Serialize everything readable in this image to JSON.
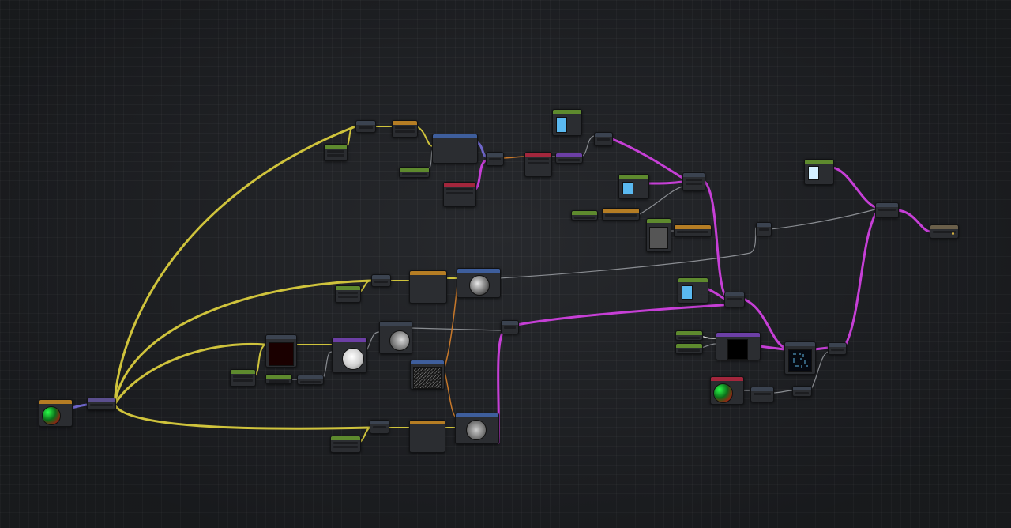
{
  "graph": {
    "nodes": [
      {
        "id": "n1",
        "kind": "value",
        "header": "green"
      },
      {
        "id": "n2",
        "kind": "op",
        "header": "gray"
      },
      {
        "id": "n3",
        "kind": "op",
        "header": "orange"
      },
      {
        "id": "n4",
        "kind": "value",
        "header": "green"
      },
      {
        "id": "n5",
        "kind": "preview",
        "header": "blue",
        "preview": "blue-circle"
      },
      {
        "id": "n6",
        "kind": "op",
        "header": "gray"
      },
      {
        "id": "n7",
        "kind": "op",
        "header": "red"
      },
      {
        "id": "n8",
        "kind": "op",
        "header": "red"
      },
      {
        "id": "n9",
        "kind": "op",
        "header": "purple"
      },
      {
        "id": "n10",
        "kind": "preview",
        "header": "green",
        "preview": "light-blue"
      },
      {
        "id": "n11",
        "kind": "op",
        "header": "gray"
      },
      {
        "id": "n12",
        "kind": "preview",
        "header": "green",
        "preview": "light-blue"
      },
      {
        "id": "n13",
        "kind": "op",
        "header": "gray"
      },
      {
        "id": "n14",
        "kind": "value",
        "header": "green"
      },
      {
        "id": "n15",
        "kind": "op",
        "header": "orange"
      },
      {
        "id": "n16",
        "kind": "preview",
        "header": "green",
        "preview": "gray"
      },
      {
        "id": "n17",
        "kind": "op",
        "header": "orange"
      },
      {
        "id": "n18",
        "kind": "op",
        "header": "gray"
      },
      {
        "id": "n19",
        "kind": "preview",
        "header": "green",
        "preview": "white-blue"
      },
      {
        "id": "n20",
        "kind": "op",
        "header": "gray"
      },
      {
        "id": "n21",
        "kind": "output",
        "header": "olive"
      },
      {
        "id": "n22",
        "kind": "value",
        "header": "green"
      },
      {
        "id": "n23",
        "kind": "op",
        "header": "gray"
      },
      {
        "id": "n24",
        "kind": "preview",
        "header": "orange",
        "preview": "yellow-circle"
      },
      {
        "id": "n25",
        "kind": "preview",
        "header": "blue",
        "preview": "gray-sphere"
      },
      {
        "id": "n26",
        "kind": "preview",
        "header": "gray",
        "preview": "dark-red"
      },
      {
        "id": "n27",
        "kind": "preview",
        "header": "purple",
        "preview": "white-sphere"
      },
      {
        "id": "n28",
        "kind": "preview",
        "header": "gray",
        "preview": "gray-sphere"
      },
      {
        "id": "n29",
        "kind": "value",
        "header": "green"
      },
      {
        "id": "n30",
        "kind": "value",
        "header": "green"
      },
      {
        "id": "n31",
        "kind": "op",
        "header": "gray"
      },
      {
        "id": "n32",
        "kind": "preview",
        "header": "blue",
        "preview": "noise"
      },
      {
        "id": "n33",
        "kind": "op",
        "header": "gray"
      },
      {
        "id": "n34",
        "kind": "preview",
        "header": "orange",
        "preview": "rgb-sphere"
      },
      {
        "id": "n35",
        "kind": "op",
        "header": "violet"
      },
      {
        "id": "n36",
        "kind": "value",
        "header": "green"
      },
      {
        "id": "n37",
        "kind": "op",
        "header": "gray"
      },
      {
        "id": "n38",
        "kind": "preview",
        "header": "orange",
        "preview": "yellow-circle"
      },
      {
        "id": "n39",
        "kind": "preview",
        "header": "blue",
        "preview": "gray-sphere-dark"
      },
      {
        "id": "n40",
        "kind": "preview",
        "header": "green",
        "preview": "light-blue"
      },
      {
        "id": "n41",
        "kind": "op",
        "header": "gray"
      },
      {
        "id": "n42",
        "kind": "value",
        "header": "green"
      },
      {
        "id": "n43",
        "kind": "value",
        "header": "green"
      },
      {
        "id": "n44",
        "kind": "preview",
        "header": "purple",
        "preview": "black"
      },
      {
        "id": "n45",
        "kind": "preview",
        "header": "gray",
        "preview": "glyphs"
      },
      {
        "id": "n46",
        "kind": "op",
        "header": "gray"
      },
      {
        "id": "n47",
        "kind": "preview",
        "header": "red",
        "preview": "rgb-sphere"
      },
      {
        "id": "n48",
        "kind": "op",
        "header": "gray"
      },
      {
        "id": "n49",
        "kind": "op",
        "header": "gray"
      }
    ],
    "colors": {
      "yellow_wire": "#cfc33c",
      "magenta_wire": "#c63fd6",
      "gray_wire": "#8a8d92",
      "orange_wire": "#c7782a",
      "violet_wire": "#6e66c9"
    }
  }
}
